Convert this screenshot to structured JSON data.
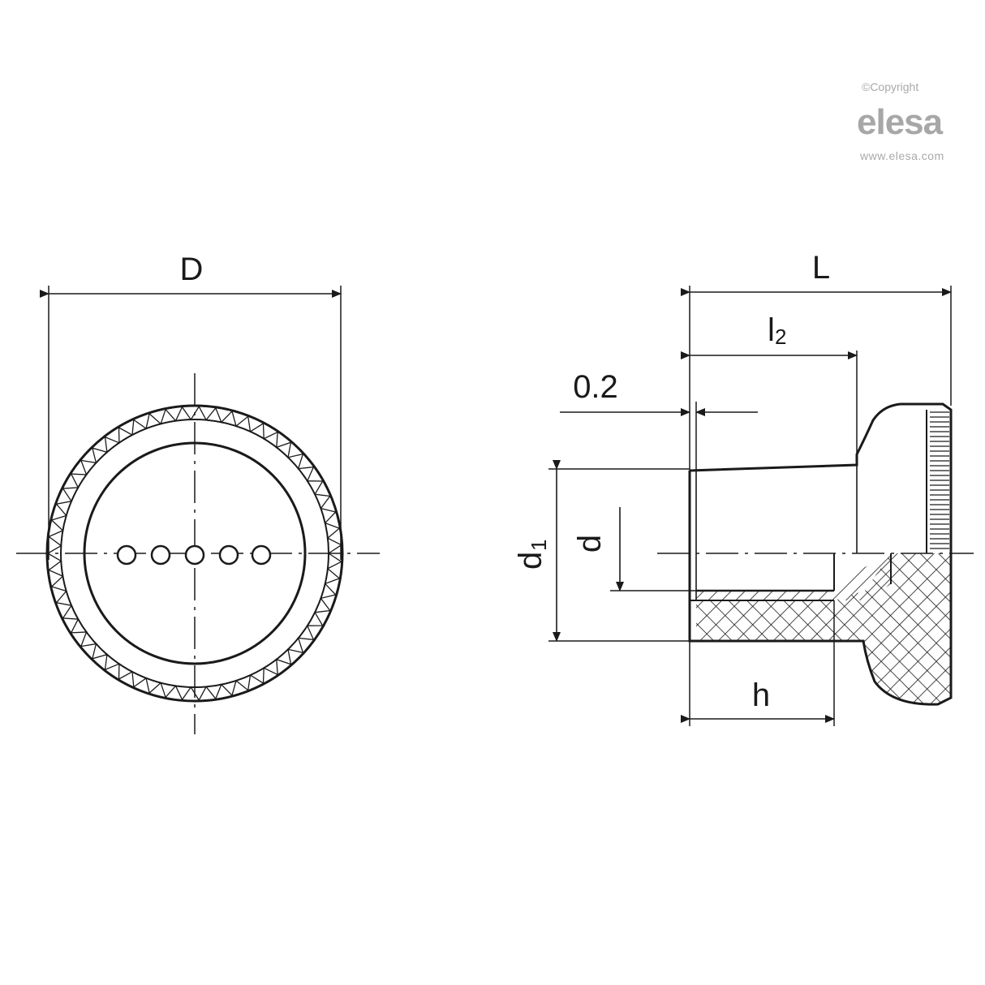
{
  "brand": {
    "copyright": "©Copyright",
    "logo": "elesa",
    "url": "www.elesa.com"
  },
  "front_view": {
    "diameter_label": "D"
  },
  "side_view": {
    "length_label": "L",
    "l2_base": "l",
    "l2_sub": "2",
    "offset_label": "0.2",
    "d1_base": "d",
    "d1_sub": "1",
    "d_label": "d",
    "h_label": "h"
  },
  "colors": {
    "line": "#1a1a1a",
    "background": "#ffffff",
    "watermark": "#a9a9a9"
  }
}
